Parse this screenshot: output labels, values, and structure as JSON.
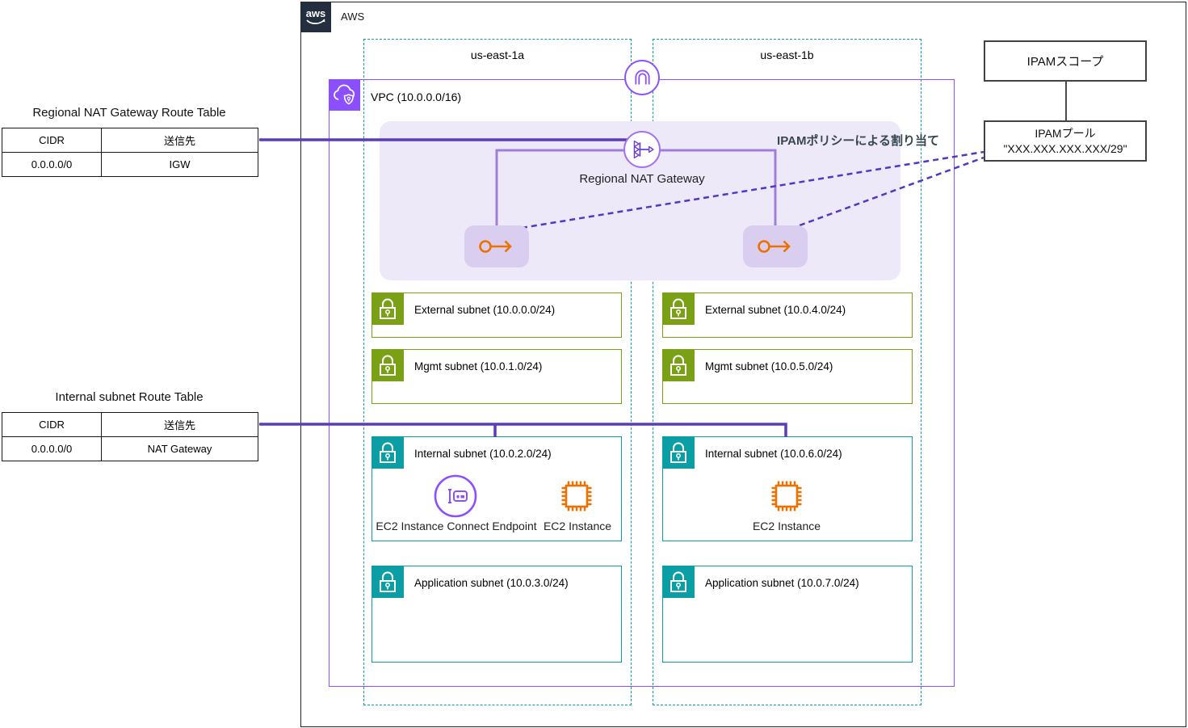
{
  "app": {
    "logo_text": "aws",
    "cloud_label": "AWS"
  },
  "zones": {
    "a": "us-east-1a",
    "b": "us-east-1b"
  },
  "vpc": {
    "label": "VPC (10.0.0.0/16)"
  },
  "regional_nat_gateway": {
    "label": "Regional NAT Gateway",
    "policy_note": "IPAMポリシーによる割り当て"
  },
  "route_tables": {
    "regional": {
      "title": "Regional NAT Gateway Route Table",
      "col_cidr": "CIDR",
      "col_dest": "送信先",
      "row_cidr": "0.0.0.0/0",
      "row_dest": "IGW"
    },
    "internal": {
      "title": "Internal subnet Route Table",
      "col_cidr": "CIDR",
      "col_dest": "送信先",
      "row_cidr": "0.0.0.0/0",
      "row_dest": "NAT Gateway"
    }
  },
  "ipam": {
    "scope_label": "IPAMスコープ",
    "pool_label": "IPAMプール",
    "pool_cidr": "\"XXX.XXX.XXX.XXX/29\""
  },
  "subnets": {
    "a_external": "External subnet (10.0.0.0/24)",
    "a_mgmt": "Mgmt subnet (10.0.1.0/24)",
    "a_internal": "Internal subnet (10.0.2.0/24)",
    "a_application": "Application subnet (10.0.3.0/24)",
    "b_external": "External subnet (10.0.4.0/24)",
    "b_mgmt": "Mgmt subnet (10.0.5.0/24)",
    "b_internal": "Internal subnet (10.0.6.0/24)",
    "b_application": "Application subnet (10.0.7.0/24)"
  },
  "instances": {
    "ec2_connect_endpoint": "EC2 Instance Connect Endpoint",
    "ec2_instance_a": "EC2 Instance",
    "ec2_instance_b": "EC2 Instance"
  },
  "colors": {
    "aws_dark": "#232F3E",
    "purple": "#8C4FFF",
    "teal": "#0B9EA4",
    "green": "#7AA116",
    "orange": "#ED7100",
    "dark_purple_line": "#5B3BBF",
    "light_purple_line": "#9E7EDB",
    "dashed_line": "#5536C6",
    "lavender_bg": "#EDE9F8",
    "nat_bg": "#D9CEEF"
  }
}
